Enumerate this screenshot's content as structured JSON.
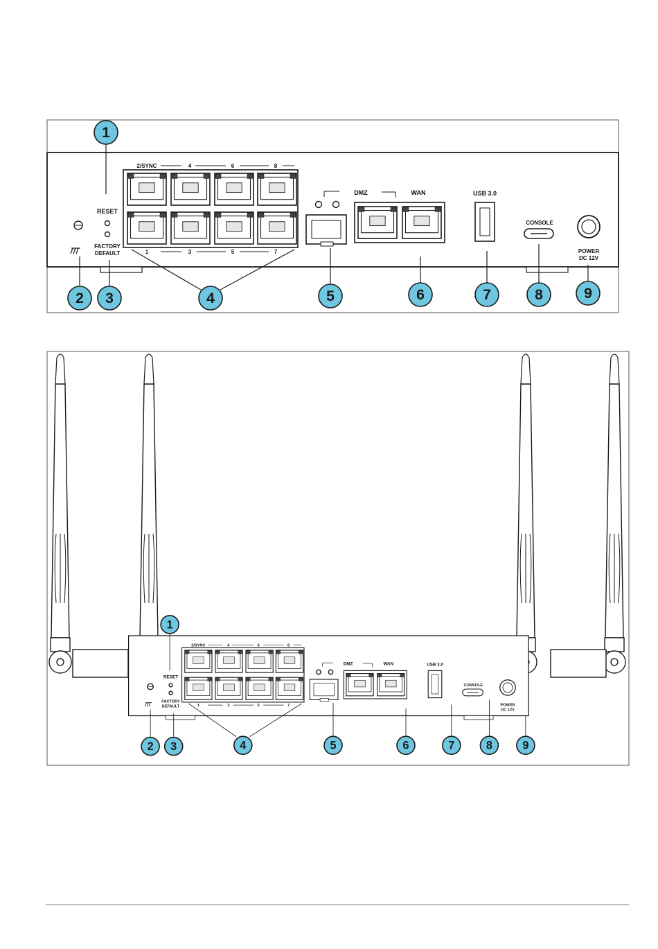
{
  "colors": {
    "callout_fill": "#6ec6e0",
    "stroke": "#1a1a1a",
    "frame": "#555555",
    "footer_rule": "#bdbdbd"
  },
  "panels": [
    {
      "name": "front-panel-diagram",
      "labels": {
        "reset": "RESET",
        "factory_1": "FACTORY",
        "factory_2": "DEFAULT",
        "top_ports": [
          "2/SYNC",
          "4",
          "6",
          "8"
        ],
        "bottom_ports": [
          "1",
          "3",
          "5",
          "7"
        ],
        "dmz": "DMZ",
        "wan": "WAN",
        "usb": "USB 3.0",
        "console": "CONSOLE",
        "power_1": "POWER",
        "power_2": "DC 12V"
      },
      "callouts": [
        "1",
        "2",
        "3",
        "4",
        "5",
        "6",
        "7",
        "8",
        "9"
      ]
    },
    {
      "name": "front-panel-with-antennas-diagram",
      "labels": {
        "reset": "RESET",
        "factory_1": "FACTORY",
        "factory_2": "DEFAULT",
        "top_ports": [
          "2/SYNC",
          "4",
          "6",
          "8"
        ],
        "bottom_ports": [
          "1",
          "3",
          "5",
          "7"
        ],
        "dmz": "DMZ",
        "wan": "WAN",
        "usb": "USB 3.0",
        "console": "CONSOLE",
        "power_1": "POWER",
        "power_2": "DC 12V"
      },
      "callouts": [
        "1",
        "2",
        "3",
        "4",
        "5",
        "6",
        "7",
        "8",
        "9"
      ]
    }
  ]
}
